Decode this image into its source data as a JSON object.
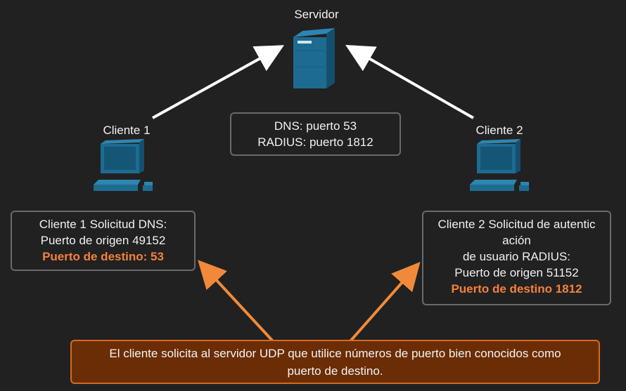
{
  "server": {
    "label": "Servidor",
    "icon": "server-icon"
  },
  "client1": {
    "label": "Cliente 1",
    "icon": "desktop-computer-icon"
  },
  "client2": {
    "label": "Cliente 2",
    "icon": "desktop-computer-icon"
  },
  "ports_box": {
    "line1": "DNS: puerto 53",
    "line2": "RADIUS: puerto 1812"
  },
  "client1_box": {
    "line1": "Cliente 1 Solicitud DNS:",
    "line2": "Puerto de origen 49152",
    "line3": "Puerto de destino: 53"
  },
  "client2_box": {
    "line1": "Cliente 2 Solicitud de autentic",
    "line2": "ación",
    "line3": "de usuario RADIUS:",
    "line4": "Puerto de origen 51152",
    "line5": "Puerto de destino 1812"
  },
  "note": {
    "line1": "El cliente solicita al servidor UDP que utilice números de puerto bien conocidos como",
    "line2": "puerto de destino."
  },
  "colors": {
    "background": "#212121",
    "highlight": "#f5813c",
    "note_fill": "#6b2d06",
    "note_border": "#d46a20",
    "device_blue": "#1e6b91",
    "white_arrow": "#ffffff",
    "orange_arrow": "#f08a3a"
  }
}
